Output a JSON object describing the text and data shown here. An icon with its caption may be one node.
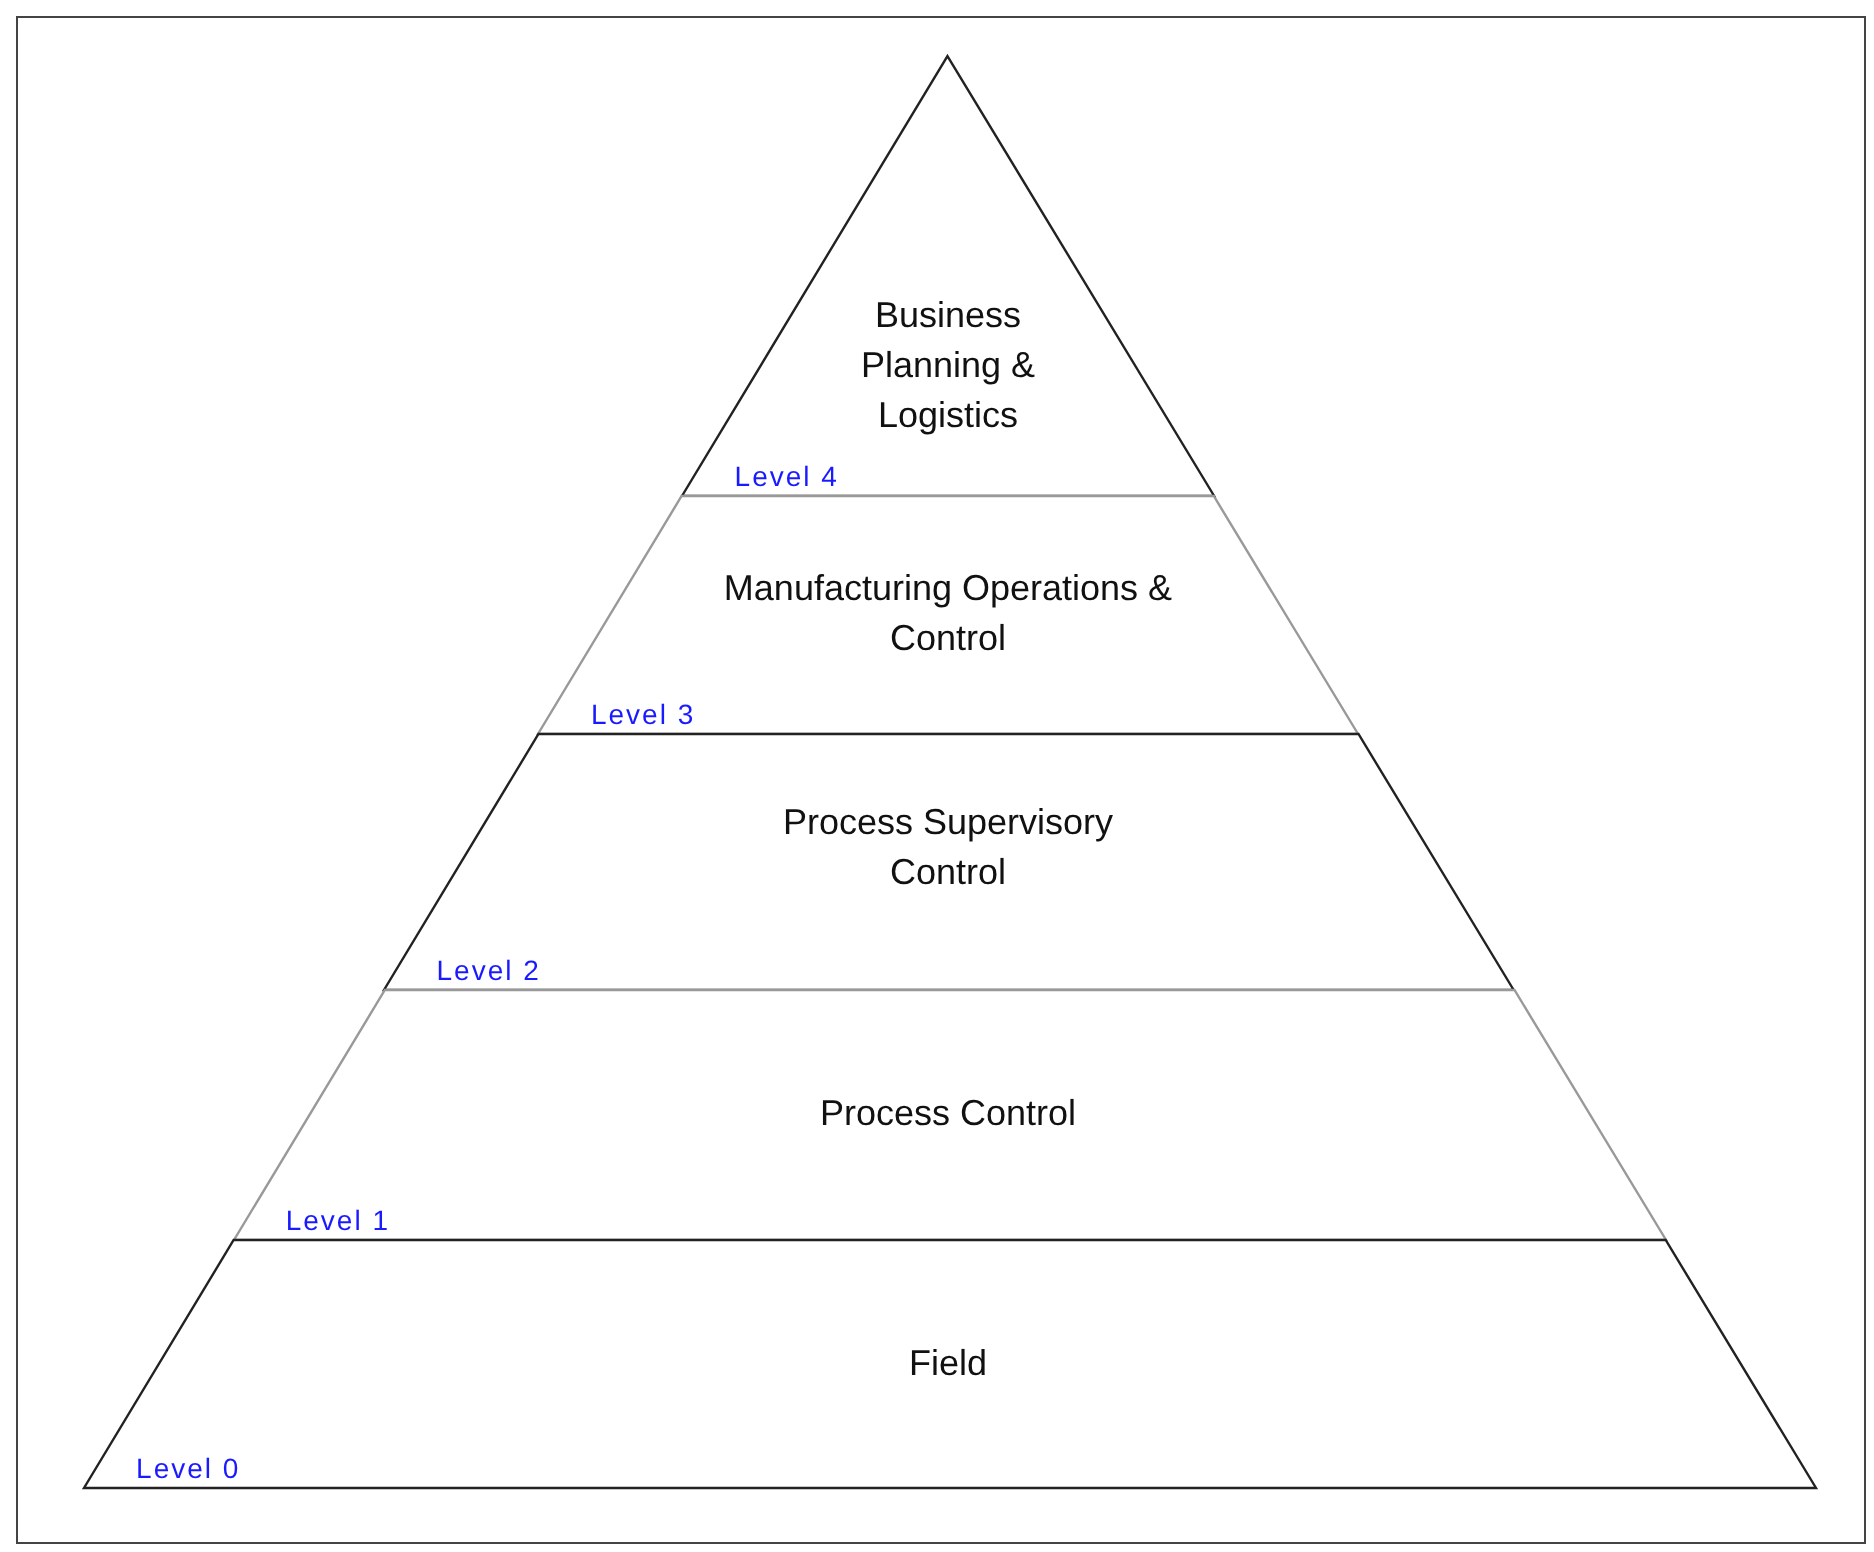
{
  "diagram": {
    "nodes": [
      {
        "text": [
          "Business Planning & Logistics",
          "Level 4"
        ]
      },
      {
        "text": [
          "Manufacturing Operations & Control",
          "Level 3"
        ]
      },
      {
        "text": [
          "Process Supervisory Control",
          "Level 2"
        ]
      },
      {
        "text": [
          "Process Control",
          "Level 1"
        ]
      },
      {
        "text": [
          "Field",
          "Level 0"
        ]
      }
    ],
    "edges": []
  }
}
